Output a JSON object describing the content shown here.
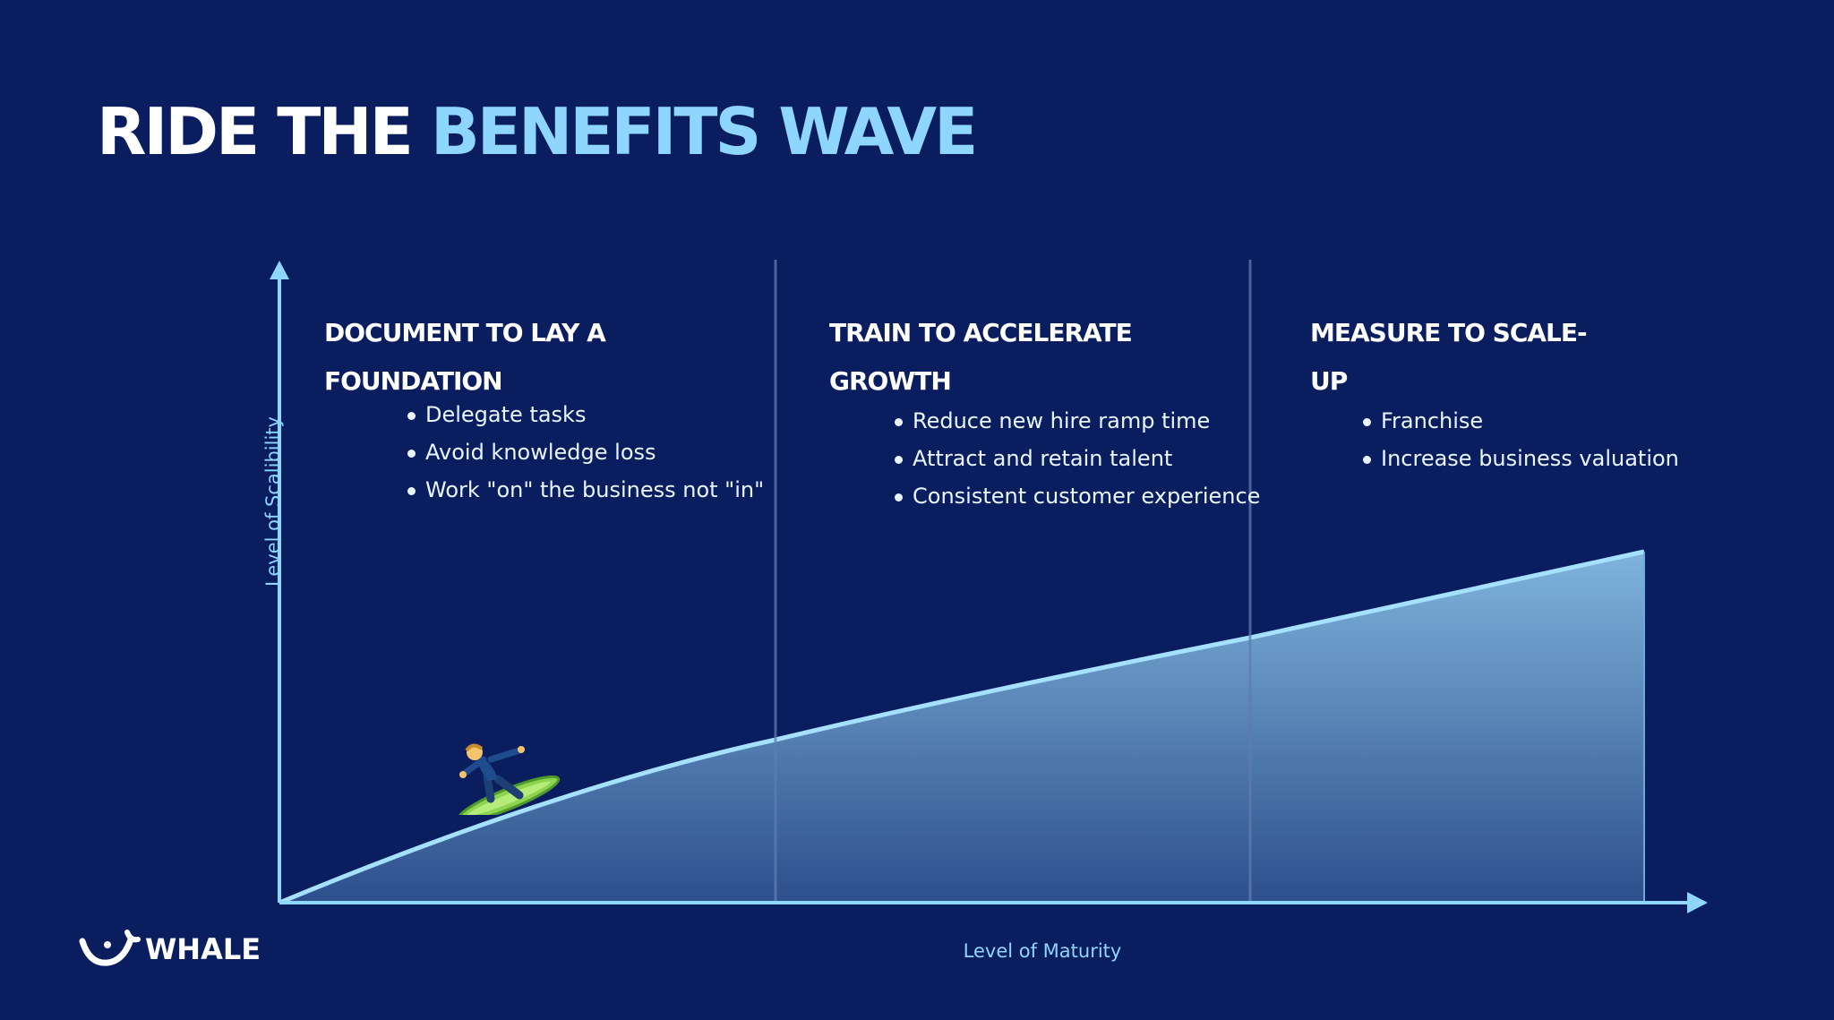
{
  "slide": {
    "title_part1": "RIDE THE ",
    "title_part2": "BENEFITS WAVE"
  },
  "stages": [
    {
      "heading_line1": "DOCUMENT TO LAY A",
      "heading_line2": "FOUNDATION",
      "bullets": [
        "Delegate tasks",
        "Avoid knowledge loss",
        "Work \"on\" the business not \"in\""
      ]
    },
    {
      "heading_line1": "TRAIN TO ACCELERATE",
      "heading_line2": "GROWTH",
      "bullets": [
        "Reduce new hire ramp time",
        "Attract and retain talent",
        "Consistent customer experience"
      ]
    },
    {
      "heading_line1": "MEASURE TO SCALE-",
      "heading_line2": "UP",
      "bullets": [
        "Franchise",
        "Increase business valuation"
      ]
    }
  ],
  "axes": {
    "y_label": "Level of Scalibility",
    "x_label": "Level of Maturity"
  },
  "brand": {
    "logo_text": "WHALE",
    "accent_color": "#8fd6ff",
    "background_color": "#0a1d5f"
  },
  "icons": {
    "surfer": "surfer-icon",
    "logo": "whale-logo-icon"
  }
}
